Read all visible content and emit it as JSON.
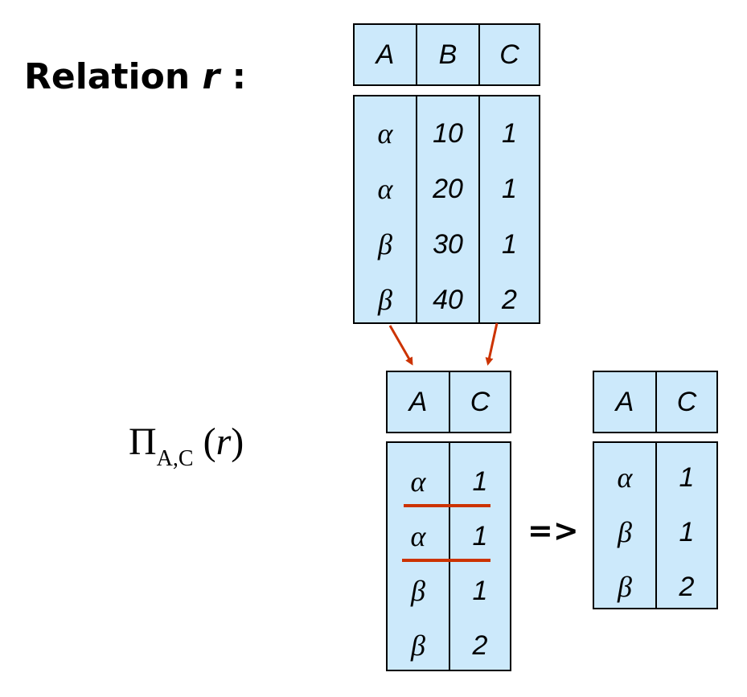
{
  "title": {
    "prefix": "Relation ",
    "var": "r",
    "suffix": " :"
  },
  "projection": {
    "symbol": "Π",
    "subscript": "A,C",
    "open": " (",
    "arg": "r",
    "close": ")"
  },
  "relation_r": {
    "headers": [
      "A",
      "B",
      "C"
    ],
    "rows": [
      [
        "α",
        "10",
        "1"
      ],
      [
        "α",
        "20",
        "1"
      ],
      [
        "β",
        "30",
        "1"
      ],
      [
        "β",
        "40",
        "2"
      ]
    ]
  },
  "projected": {
    "headers": [
      "A",
      "C"
    ],
    "rows": [
      [
        "α",
        "1"
      ],
      [
        "α",
        "1"
      ],
      [
        "β",
        "1"
      ],
      [
        "β",
        "2"
      ]
    ]
  },
  "arrow_label": "=>",
  "result": {
    "headers": [
      "A",
      "C"
    ],
    "rows": [
      [
        "α",
        "1"
      ],
      [
        "β",
        "1"
      ],
      [
        "β",
        "2"
      ]
    ]
  },
  "colors": {
    "cell_fill": "#cce9fb",
    "arrow": "#cc3300",
    "strike": "#cc3300"
  }
}
